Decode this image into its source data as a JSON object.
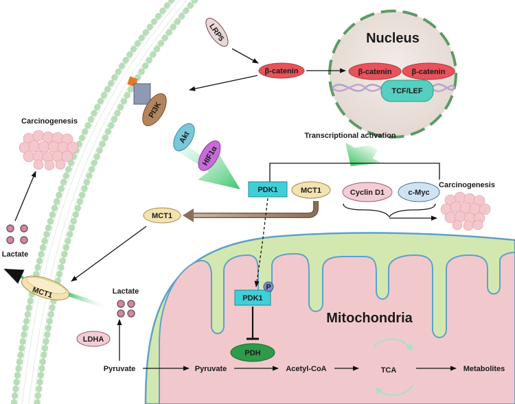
{
  "diagram": {
    "nucleus": {
      "title": "Nucleus",
      "beta_catenin_1": "β-catenin",
      "beta_catenin_2": "β-catenin",
      "tcf_lef": "TCF/LEF"
    },
    "membrane": {
      "lrp5": "LRP5",
      "pi3k": "PI3K",
      "akt": "Akt",
      "hif1a": "HIF1α",
      "mct1_transporter": "MCT1"
    },
    "cytoplasm": {
      "beta_catenin": "β-catenin",
      "transcriptional_activation": "Transcriptional activation",
      "pdk1": "PDK1",
      "mct1": "MCT1",
      "cyclin_d1": "Cyclin D1",
      "c_myc": "c-Myc",
      "carcinogenesis_right": "Carcinogenesis",
      "mct1_export": "MCT1",
      "lactate_inner": "Lactate",
      "ldha": "LDHA",
      "pyruvate_cyto": "Pyruvate"
    },
    "extracellular": {
      "carcinogenesis_left": "Carcinogenesis",
      "lactate_outer": "Lactate"
    },
    "mitochondria": {
      "title": "Mitochondria",
      "pdk1": "PDK1",
      "phospho": "P",
      "pdh": "PDH",
      "pyruvate": "Pyruvate",
      "acetyl_coa": "Acetyl-CoA",
      "tca": "TCA",
      "metabolites": "Metabolites"
    }
  }
}
